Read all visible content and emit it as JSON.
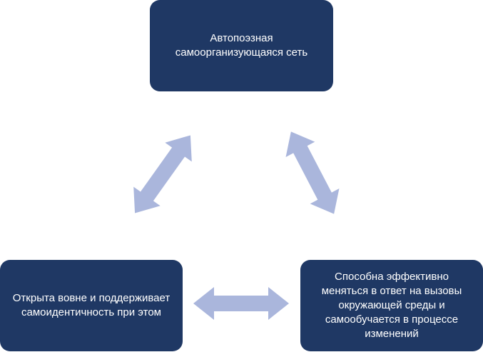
{
  "nodes": {
    "top": "Автопоэзная самоорганизующаяся сеть",
    "left": "Открыта вовне и поддерживает самоидентичность при этом",
    "right": "Способна эффективно меняться в ответ на вызовы окружающей среды и самообучается в процессе изменений"
  },
  "colors": {
    "box": "#1f3864",
    "arrow": "#aab6dc",
    "text": "#ffffff"
  }
}
